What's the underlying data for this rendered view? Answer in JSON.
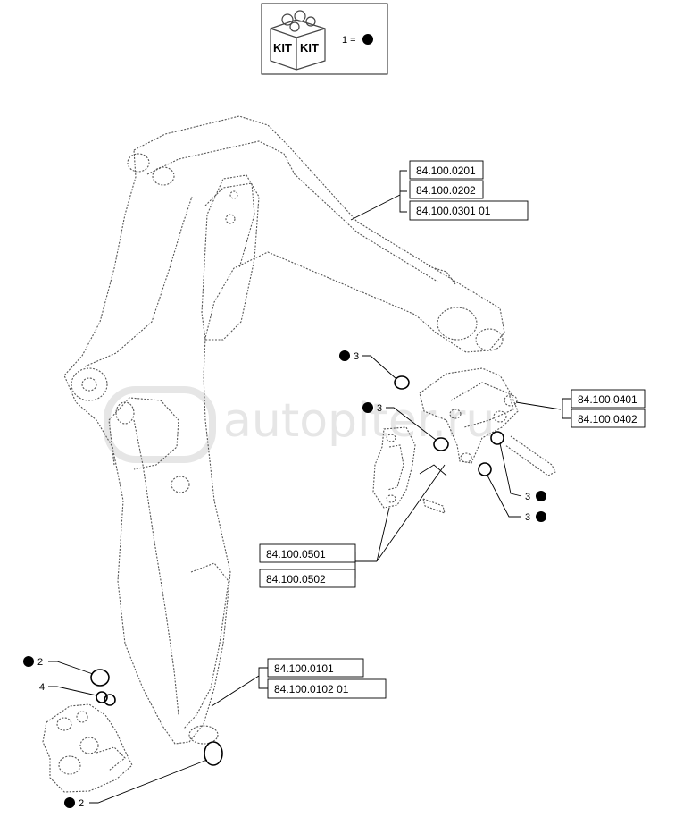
{
  "kit_legend": {
    "kit_label_left": "KIT",
    "kit_label_right": "KIT",
    "equation": "1 ="
  },
  "references": {
    "boom": [
      "84.100.0201",
      "84.100.0202",
      "84.100.0301 01"
    ],
    "link_pair": [
      "84.100.0401",
      "84.100.0402"
    ],
    "rocker": [
      "84.100.0501",
      "84.100.0502"
    ],
    "base": [
      "84.100.0101",
      "84.100.0102 01"
    ]
  },
  "callouts": {
    "c1": "3",
    "c2": "3",
    "c3": "3",
    "c4": "3",
    "c5": "2",
    "c6": "4",
    "c7": "2"
  },
  "watermark": "autopiter.ru",
  "colors": {
    "line": "#555555",
    "ink": "#000000",
    "watermark": "#e6e6e6"
  }
}
